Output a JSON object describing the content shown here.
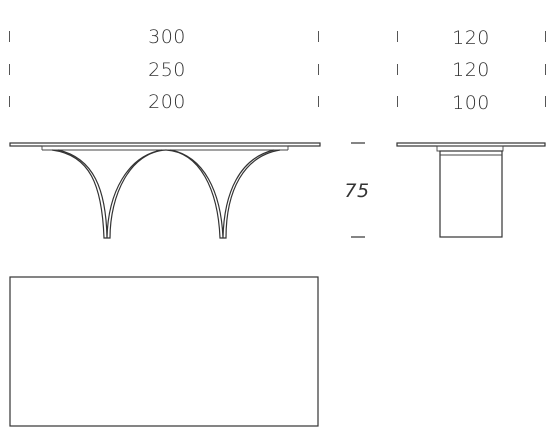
{
  "length_dimensions": [
    "300",
    "250",
    "200"
  ],
  "depth_dimensions_col1": [
    "120",
    "120",
    "100"
  ],
  "height_dimension": "75",
  "colors": {
    "line": "#333333",
    "background": "#ffffff"
  }
}
